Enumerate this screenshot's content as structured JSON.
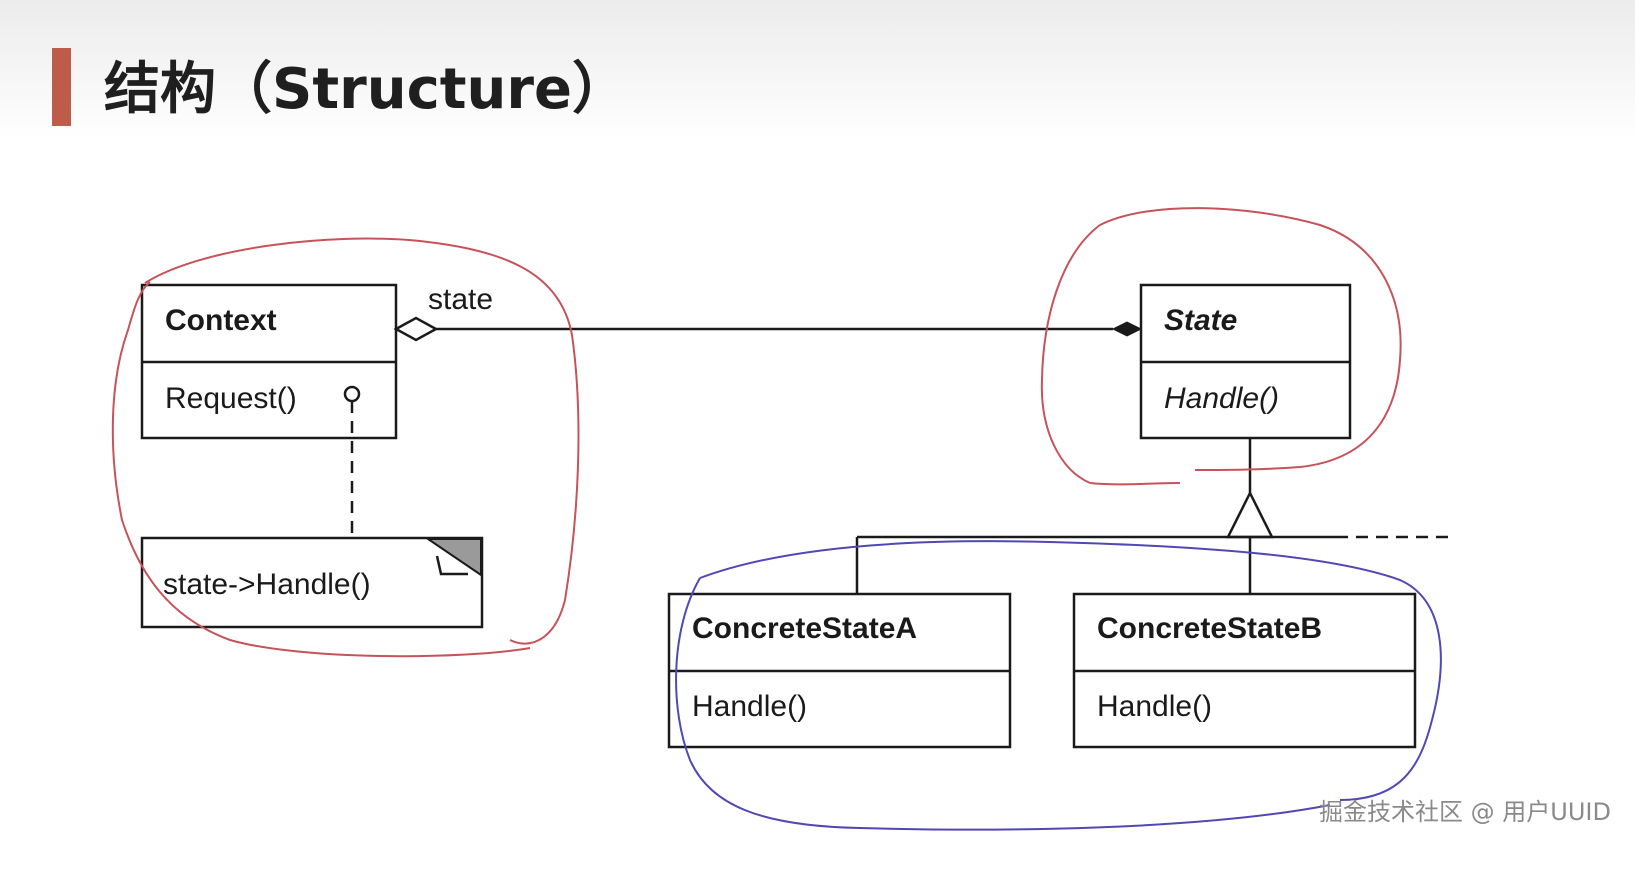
{
  "page": {
    "title": "结构（Structure）",
    "accent_color": "#bd5c48"
  },
  "diagram": {
    "context": {
      "name": "Context",
      "operation": "Request()",
      "association_label": "state"
    },
    "note": {
      "text": "state->Handle()"
    },
    "state": {
      "name": "State",
      "operation": "Handle()"
    },
    "concrete_a": {
      "name": "ConcreteStateA",
      "operation": "Handle()"
    },
    "concrete_b": {
      "name": "ConcreteStateB",
      "operation": "Handle()"
    },
    "annotation_colors": {
      "red": "#c8525a",
      "blue": "#5048b4"
    }
  },
  "watermark": "掘金技术社区 @ 用户UUID"
}
